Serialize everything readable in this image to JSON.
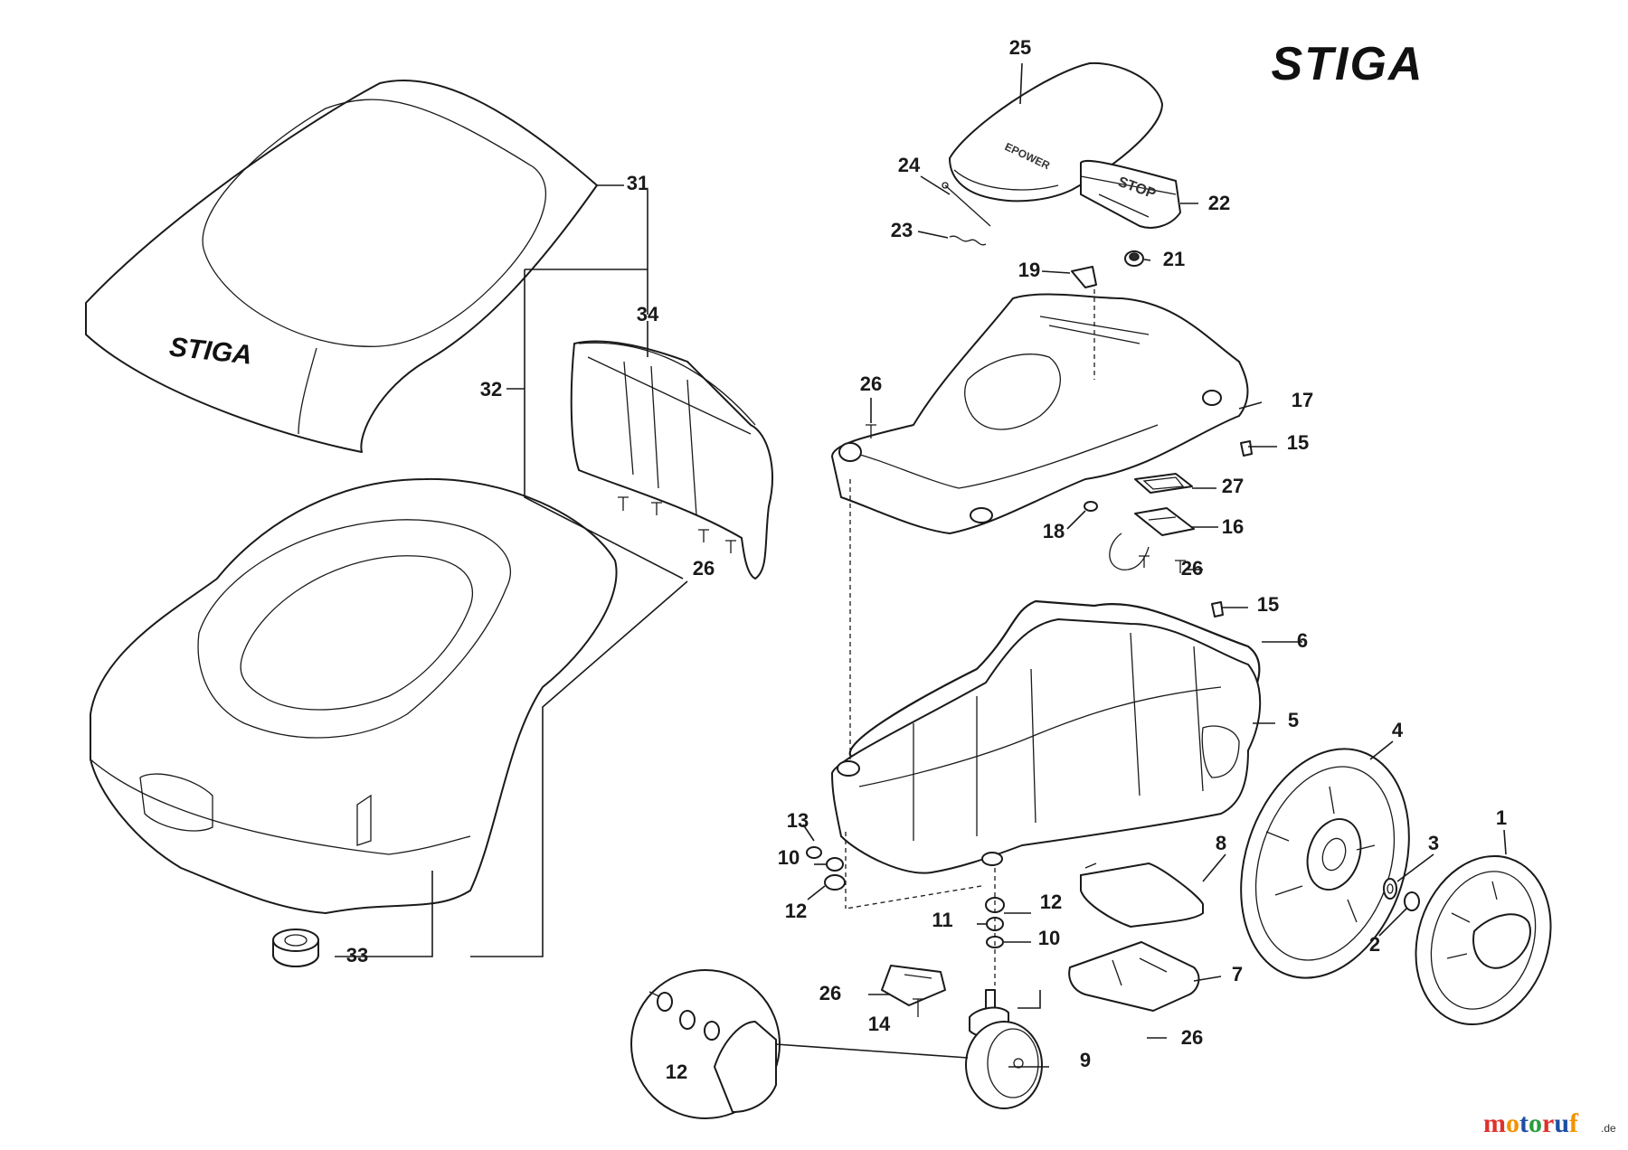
{
  "brand_logo": "STIGA",
  "cover_logo": "STIGA",
  "cover_25_text": "EPOWER",
  "stop_text": "STOP",
  "watermark": {
    "text": "motoruf",
    "suffix": ".de",
    "colors": [
      "#e0312b",
      "#f39200",
      "#1d4fa3",
      "#2a9d3c",
      "#e0312b",
      "#1d4fa3",
      "#f39200"
    ]
  },
  "callouts": {
    "p1": "1",
    "p2": "2",
    "p3": "3",
    "p4": "4",
    "p5": "5",
    "p6": "6",
    "p7": "7",
    "p8": "8",
    "p9": "9",
    "p10a": "10",
    "p10b": "10",
    "p11": "11",
    "p12a": "12",
    "p12b": "12",
    "p12c": "12",
    "p13": "13",
    "p14": "14",
    "p15a": "15",
    "p15b": "15",
    "p16": "16",
    "p17": "17",
    "p18": "18",
    "p19": "19",
    "p21": "21",
    "p22": "22",
    "p23": "23",
    "p24": "24",
    "p25": "25",
    "p26a": "26",
    "p26b": "26",
    "p26c": "26",
    "p26d": "26",
    "p26e": "26",
    "p27": "27",
    "p31": "31",
    "p32": "32",
    "p33": "33",
    "p34": "34"
  }
}
